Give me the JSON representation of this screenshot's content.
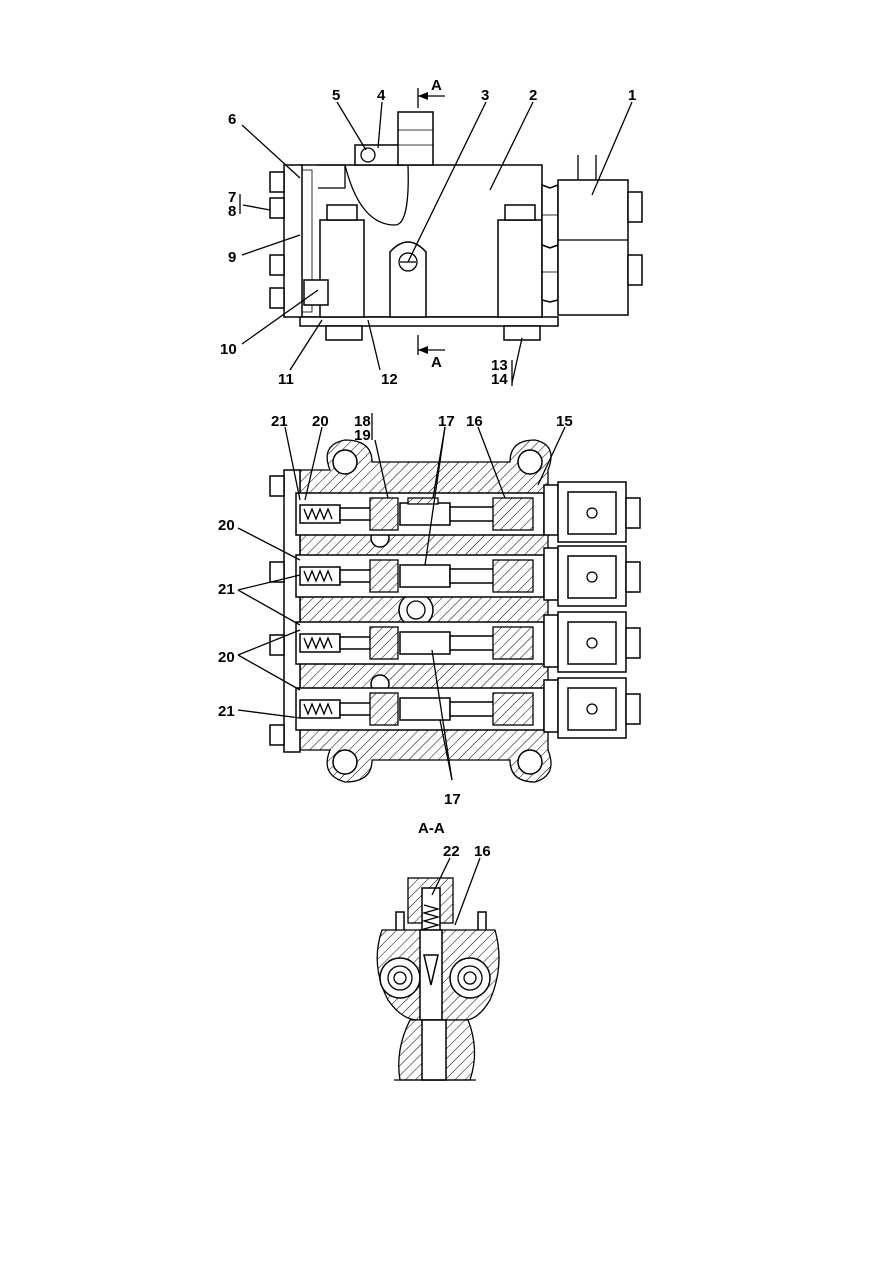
{
  "top_view": {
    "labels": [
      "1",
      "2",
      "3",
      "4",
      "5",
      "6",
      "7",
      "8",
      "9",
      "10",
      "11",
      "12",
      "13",
      "14"
    ],
    "section_mark": "A"
  },
  "middle_view": {
    "labels": {
      "l21a": "21",
      "l20a": "20",
      "l18": "18",
      "l19": "19",
      "l17a": "17",
      "l16": "16",
      "l15": "15",
      "l20b": "20",
      "l21b": "21",
      "l20c": "20",
      "l21c": "21",
      "l17b": "17"
    }
  },
  "section_view": {
    "title": "A-A",
    "labels": {
      "l22": "22",
      "l16": "16"
    }
  }
}
